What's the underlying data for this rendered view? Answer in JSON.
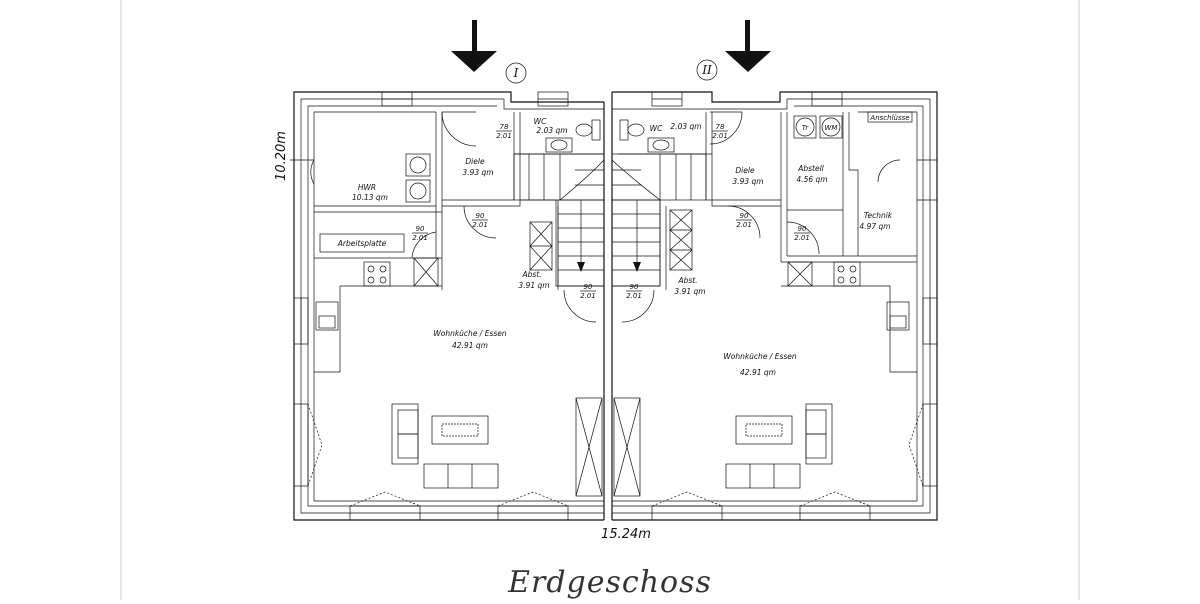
{
  "title": "Erdgeschoss",
  "dimensions": {
    "width": "15.24m",
    "height": "10.20m"
  },
  "units": [
    {
      "marker": "I"
    },
    {
      "marker": "II"
    }
  ],
  "rooms": {
    "hwr": {
      "name": "HWR",
      "area": "10.13 qm"
    },
    "diele1": {
      "name": "Diele",
      "area": "3.93 qm"
    },
    "wc1": {
      "name": "WC",
      "area": "2.03 qm"
    },
    "abst1": {
      "name": "Abst.",
      "area": "3.91 qm"
    },
    "wohn1": {
      "name": "Wohnküche / Essen",
      "area": "42.91 qm"
    },
    "wc2": {
      "name": "WC",
      "area": "2.03 qm"
    },
    "diele2": {
      "name": "Diele",
      "area": "3.93 qm"
    },
    "abst2": {
      "name": "Abst.",
      "area": "3.91 qm"
    },
    "abstell": {
      "name": "Abstell",
      "area": "4.56 qm"
    },
    "technik": {
      "name": "Technik",
      "area": "4.97 qm"
    },
    "wohn2": {
      "name": "Wohnküche / Essen",
      "area": "42.91 qm"
    }
  },
  "labels": {
    "arbeitsplatte": "Arbeitsplatte",
    "anschluesse": "Anschlüsse",
    "tr": "Tr",
    "wm": "WM"
  },
  "doors": {
    "d78": {
      "w": "78",
      "h": "2.01"
    },
    "d90": {
      "w": "90",
      "h": "2.01"
    }
  }
}
